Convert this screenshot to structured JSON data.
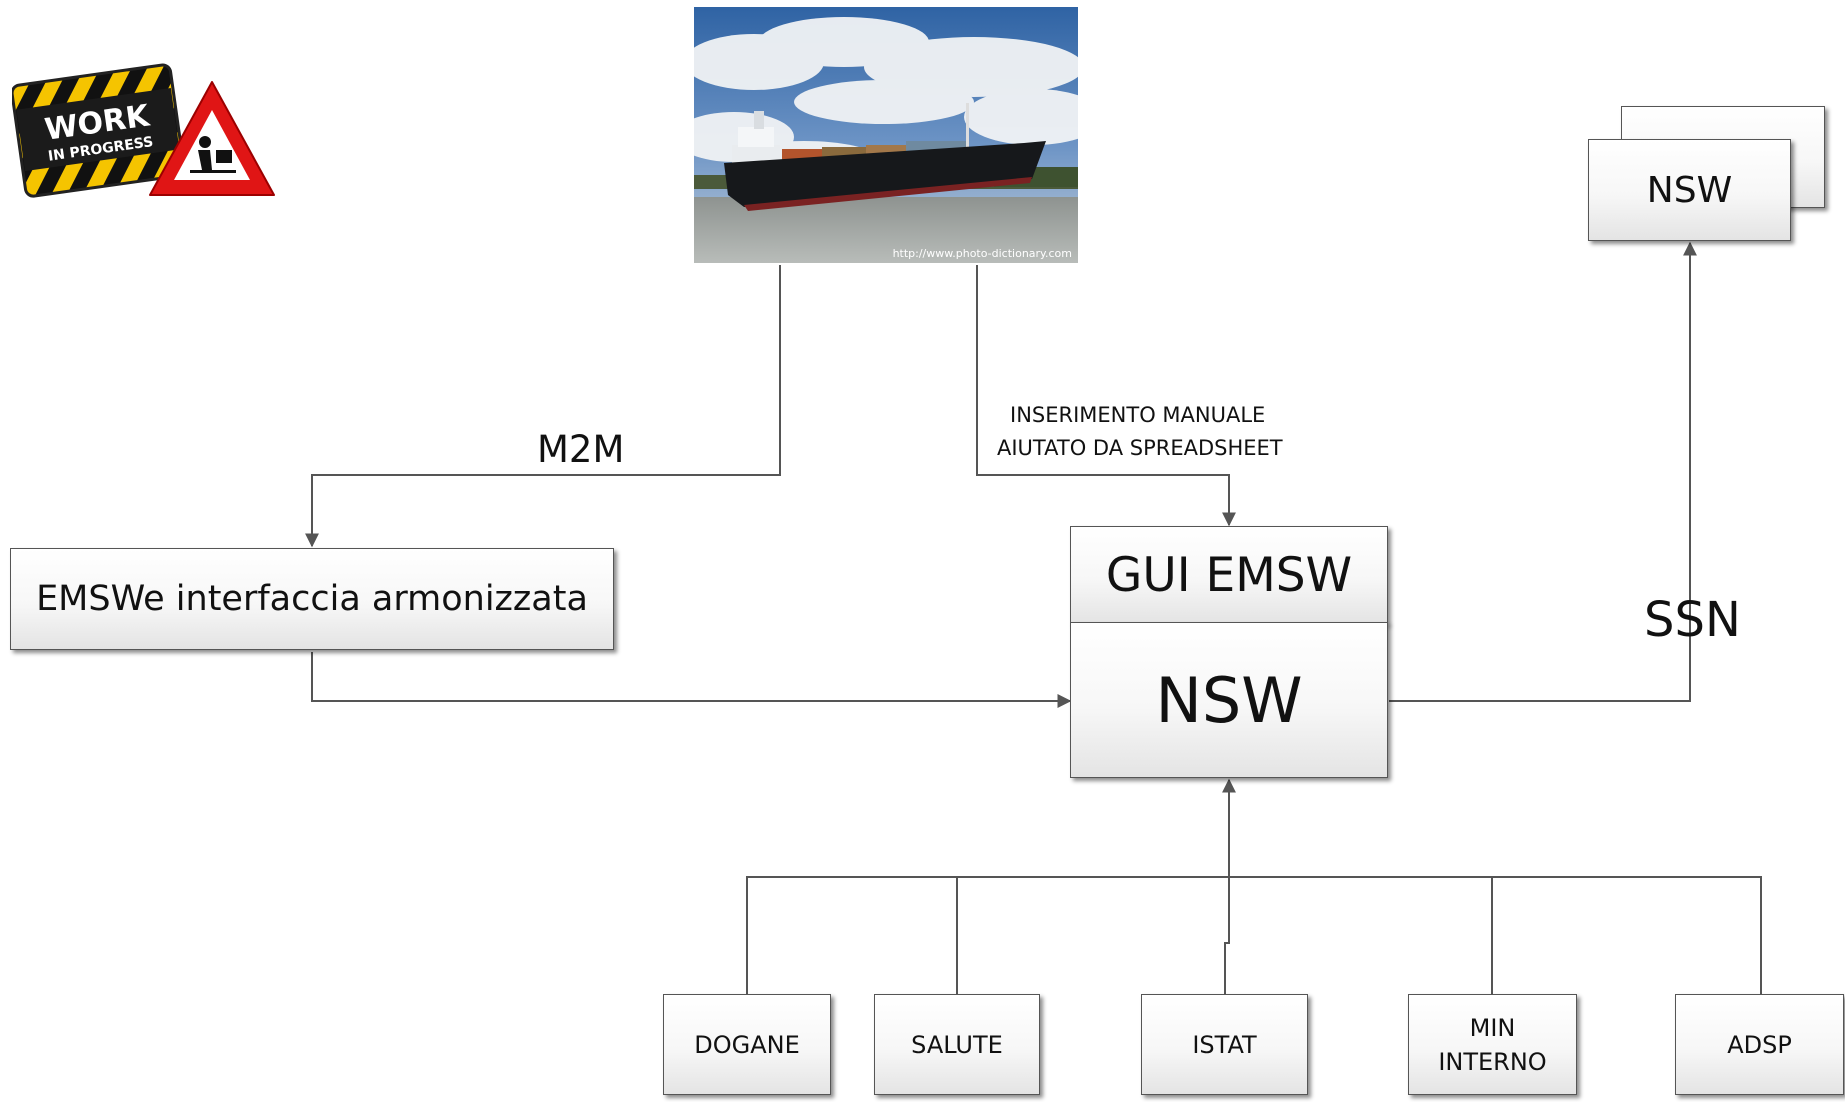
{
  "badge": {
    "work": "WORK",
    "in_progress": "IN PROGRESS"
  },
  "photo": {
    "caption": "http://www.photo-dictionary.com"
  },
  "edges": {
    "m2m": "M2M",
    "manual_line1": "INSERIMENTO MANUALE",
    "manual_line2": "AIUTATO DA  SPREADSHEET",
    "ssn": "SSN"
  },
  "nodes": {
    "emswe": "EMSWe interfaccia armonizzata",
    "gui": "GUI EMSW",
    "nsw_main": "NSW",
    "nsw_remote": "NSW",
    "dogane": "DOGANE",
    "salute": "SALUTE",
    "istat": "ISTAT",
    "min_interno_line1": "MIN",
    "min_interno_line2": "INTERNO",
    "adsp": "ADSP"
  }
}
